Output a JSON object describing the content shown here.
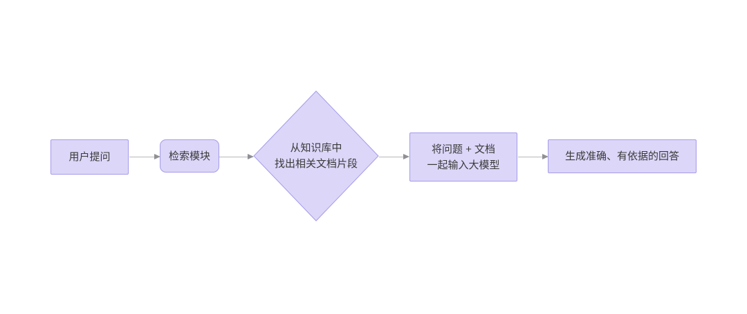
{
  "diagram": {
    "type": "flowchart",
    "background_color": "#ffffff",
    "node_fill_color": "#dcd6f8",
    "node_border_color": "#a39bea",
    "arrow_line_color": "#b7b7bd",
    "arrow_head_color": "#8f8f96",
    "text_color": "#3a3a3a",
    "nodes": [
      {
        "id": "user-question",
        "shape": "rect",
        "label": "用户提问"
      },
      {
        "id": "retrieval-module",
        "shape": "rounded-rect",
        "label": "检索模块"
      },
      {
        "id": "kb-lookup",
        "shape": "diamond",
        "lines": [
          "从知识库中",
          "找出相关文档片段"
        ]
      },
      {
        "id": "model-input",
        "shape": "rect",
        "lines": [
          "将问题 + 文档",
          "一起输入大模型"
        ]
      },
      {
        "id": "answer-output",
        "shape": "rect",
        "label": "生成准确、有依据的回答"
      }
    ],
    "connectors": [
      {
        "from": "user-question",
        "to": "retrieval-module"
      },
      {
        "from": "retrieval-module",
        "to": "kb-lookup"
      },
      {
        "from": "kb-lookup",
        "to": "model-input"
      },
      {
        "from": "model-input",
        "to": "answer-output"
      }
    ]
  }
}
